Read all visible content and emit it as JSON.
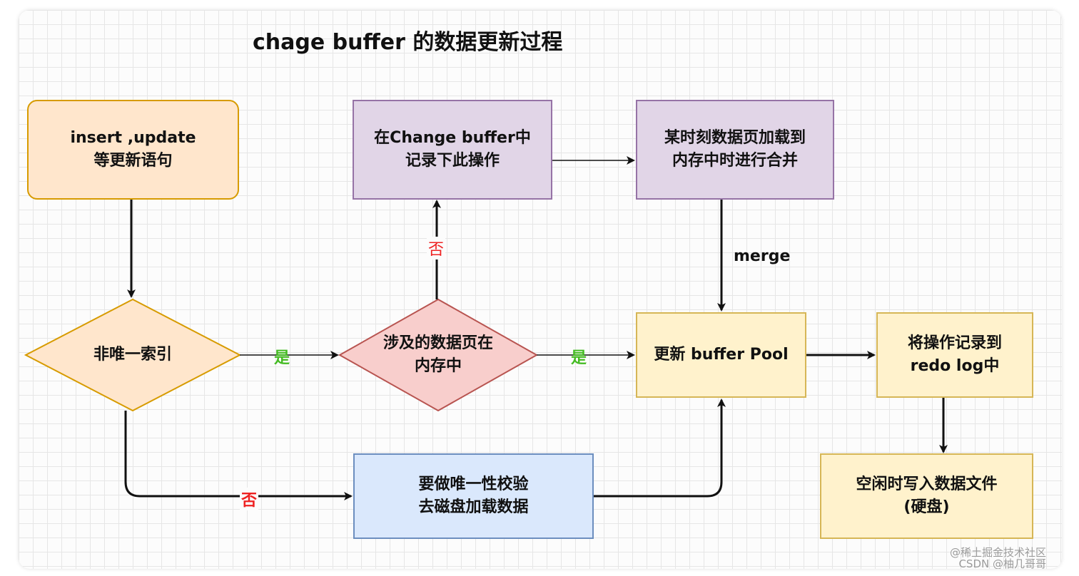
{
  "title": "chage buffer 的数据更新过程",
  "nodes": {
    "start": "insert ,update\n等更新语句",
    "record_change_buffer": "在Change buffer中\n记录下此操作",
    "merge_on_load": "某时刻数据页加载到\n内存中时进行合并",
    "non_unique_index": "非唯一索引",
    "page_in_memory": "涉及的数据页在\n内存中",
    "update_buffer_pool": "更新 buffer Pool",
    "write_redo_log": "将操作记录到\nredo log中",
    "unique_check_load": "要做唯一性校验\n去磁盘加载数据",
    "idle_write_file": "空闲时写入数据文件\n(硬盘)"
  },
  "edge_labels": {
    "yes_1": "是",
    "yes_2": "是",
    "no_up": "否",
    "no_down": "否",
    "merge": "merge"
  },
  "colors": {
    "orange_fill": "#ffe6cc",
    "orange_stroke": "#d79b00",
    "purple_fill": "#e1d5e7",
    "purple_stroke": "#9673a6",
    "yellow_fill": "#fff2cc",
    "yellow_stroke": "#d6b656",
    "red_fill": "#f8cecc",
    "red_stroke": "#b85450",
    "blue_fill": "#dae8fc",
    "blue_stroke": "#6c8ebf",
    "yes_color": "#44bb22",
    "no_color": "#ee2222"
  },
  "watermark": {
    "line1": "@稀土掘金技术社区",
    "line2": "CSDN @柚几哥哥"
  }
}
